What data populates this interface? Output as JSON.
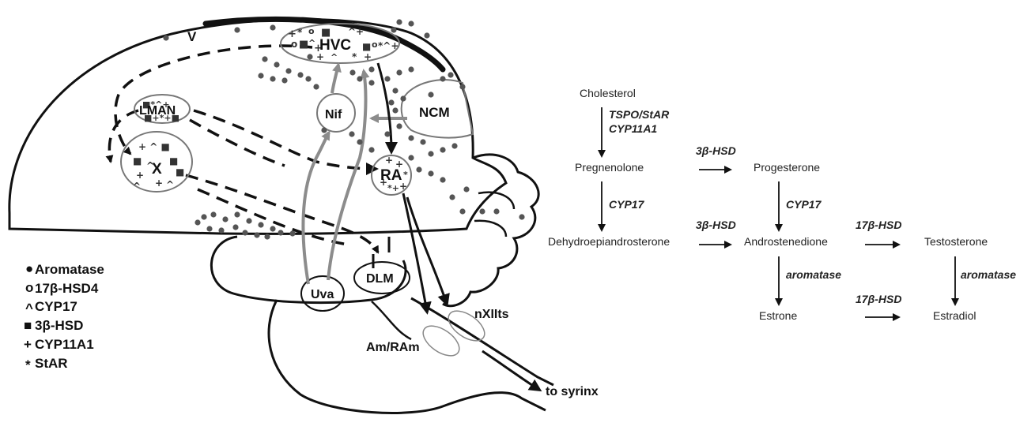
{
  "brain": {
    "regions": {
      "hvc": "HVC",
      "lman": "LMAN",
      "x": "X",
      "nif": "Nif",
      "ncm": "NCM",
      "ra": "RA",
      "dlm": "DLM",
      "uva": "Uva",
      "v": "V",
      "nxiits": "nXIIts",
      "am_ram": "Am/RAm",
      "to_syrinx": "to syrinx"
    }
  },
  "legend": {
    "items": [
      {
        "symbol": "●",
        "label": "Aromatase"
      },
      {
        "symbol": "o",
        "label": "17β-HSD4"
      },
      {
        "symbol": "^",
        "label": "CYP17"
      },
      {
        "symbol": "■",
        "label": "3β-HSD"
      },
      {
        "symbol": "+",
        "label": "CYP11A1"
      },
      {
        "symbol": "*",
        "label": "StAR"
      }
    ]
  },
  "pathway": {
    "compounds": {
      "cholesterol": "Cholesterol",
      "pregnenolone": "Pregnenolone",
      "progesterone": "Progesterone",
      "dhea": "Dehydroepiandrosterone",
      "androstenedione": "Androstenedione",
      "testosterone": "Testosterone",
      "estrone": "Estrone",
      "estradiol": "Estradiol"
    },
    "enzymes": {
      "tspo_star": "TSPO/StAR",
      "cyp11a1": "CYP11A1",
      "hsd3b_top": "3β-HSD",
      "cyp17_left": "CYP17",
      "cyp17_right": "CYP17",
      "hsd3b_mid": "3β-HSD",
      "hsd17b_top": "17β-HSD",
      "aromatase_mid": "aromatase",
      "aromatase_right": "aromatase",
      "hsd17b_bottom": "17β-HSD"
    }
  },
  "colors": {
    "ink": "#111111",
    "gray_pathway": "#8c8c8c",
    "dot": "#555555"
  }
}
